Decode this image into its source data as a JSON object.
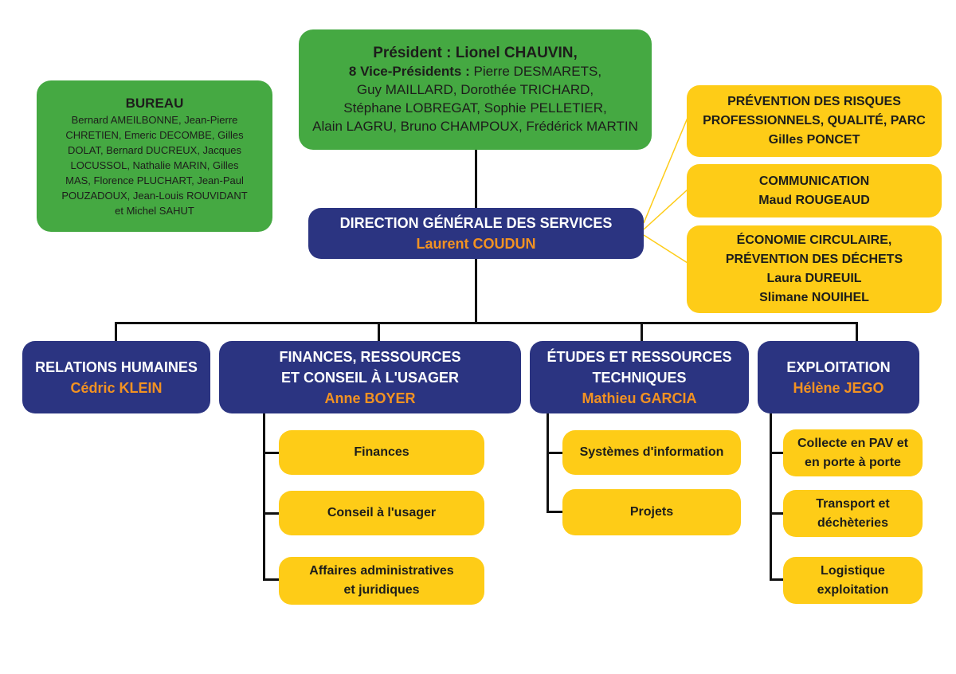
{
  "president": {
    "title": "Président : Lionel CHAUVIN,",
    "vp_prefix": "8 Vice-Présidents :",
    "vp_line1": "Pierre DESMARETS,",
    "vp_line2": "Guy MAILLARD,  Dorothée TRICHARD,",
    "vp_line3": "Stéphane LOBREGAT, Sophie PELLETIER,",
    "vp_line4": "Alain LAGRU, Bruno CHAMPOUX, Frédérick MARTIN"
  },
  "bureau": {
    "title": "BUREAU",
    "lines": [
      "Bernard AMEILBONNE, Jean-Pierre",
      "CHRETIEN, Emeric DECOMBE, Gilles",
      "DOLAT, Bernard DUCREUX, Jacques",
      "LOCUSSOL, Nathalie MARIN,  Gilles",
      "MAS, Florence PLUCHART, Jean-Paul",
      "POUZADOUX, Jean-Louis ROUVIDANT",
      "et Michel SAHUT"
    ]
  },
  "dgs": {
    "title": "DIRECTION GÉNÉRALE DES SERVICES",
    "name": "Laurent COUDUN"
  },
  "side": [
    {
      "lines": [
        "PRÉVENTION DES RISQUES",
        "PROFESSIONNELS, QUALITÉ, PARC",
        "Gilles PONCET"
      ]
    },
    {
      "lines": [
        "COMMUNICATION",
        "Maud ROUGEAUD"
      ]
    },
    {
      "lines": [
        "ÉCONOMIE CIRCULAIRE,",
        "PRÉVENTION DES DÉCHETS",
        "Laura DUREUIL",
        "Slimane NOUIHEL"
      ]
    }
  ],
  "departments": [
    {
      "title_lines": [
        "RELATIONS HUMAINES"
      ],
      "name": "Cédric KLEIN"
    },
    {
      "title_lines": [
        "FINANCES, RESSOURCES",
        "ET CONSEIL À L'USAGER"
      ],
      "name": "Anne BOYER"
    },
    {
      "title_lines": [
        "ÉTUDES ET RESSOURCES",
        "TECHNIQUES"
      ],
      "name": "Mathieu GARCIA"
    },
    {
      "title_lines": [
        "EXPLOITATION"
      ],
      "name": "Hélène JEGO"
    }
  ],
  "finances_units": [
    {
      "lines": [
        "Finances"
      ]
    },
    {
      "lines": [
        "Conseil à l'usager"
      ]
    },
    {
      "lines": [
        "Affaires administratives",
        "et juridiques"
      ]
    }
  ],
  "etudes_units": [
    {
      "lines": [
        "Systèmes d'information"
      ]
    },
    {
      "lines": [
        "Projets"
      ]
    }
  ],
  "exploitation_units": [
    {
      "lines": [
        "Collecte en PAV et",
        "en porte à porte"
      ]
    },
    {
      "lines": [
        "Transport et",
        "déchèteries"
      ]
    },
    {
      "lines": [
        "Logistique",
        "exploitation"
      ]
    }
  ]
}
